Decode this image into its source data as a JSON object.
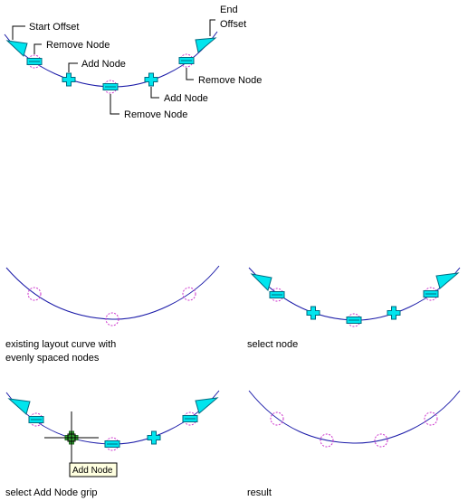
{
  "colors": {
    "curve": "#1a1aa8",
    "node": "#cc33cc",
    "grip": "#00e5ee",
    "grip_outline": "#006a80",
    "leader": "#000000",
    "add_grip_active": "#33aa33",
    "tooltip_bg": "#ffffe0"
  },
  "overview": {
    "start_offset": "Start Offset",
    "end_offset_line1": "End",
    "end_offset_line2": "Offset",
    "remove_node_left": "Remove Node",
    "add_node_left": "Add Node",
    "remove_node_center": "Remove Node",
    "add_node_right": "Add Node",
    "remove_node_right": "Remove Node"
  },
  "panels": {
    "existing_line1": "existing layout curve with",
    "existing_line2": "evenly spaced nodes",
    "select_node": "select node",
    "select_add_node_grip": "select Add Node grip",
    "result": "result",
    "tooltip": "Add Node"
  },
  "icons": [
    "triangle-grip-icon",
    "remove-node-grip-icon",
    "add-node-grip-icon",
    "node-circle-icon",
    "crosshair-cursor-icon"
  ]
}
